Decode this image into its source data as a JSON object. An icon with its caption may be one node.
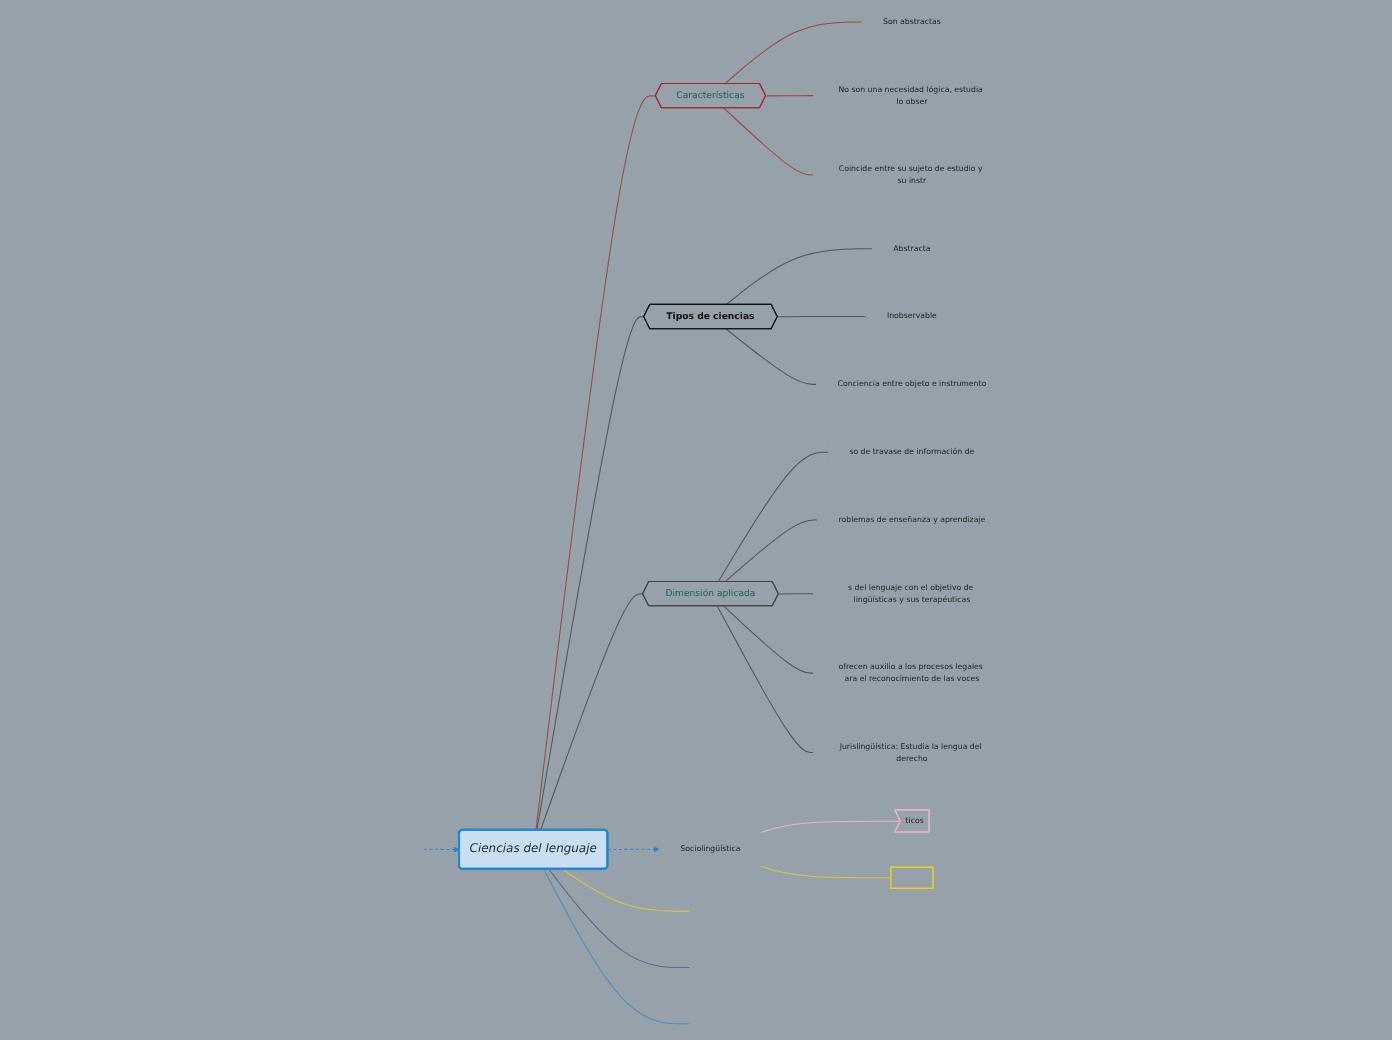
{
  "diagram": {
    "nodes": [
      {
        "text": [
          "Ciencias del lenguaje"
        ]
      },
      {
        "text": [
          "Características"
        ]
      },
      {
        "text": [
          "Son abstractas"
        ]
      },
      {
        "text": [
          "No son una necesidad lógica, estudia lo obser"
        ]
      },
      {
        "text": [
          "Coincide entre su sujeto de estudio y su instr"
        ]
      },
      {
        "text": [
          "Tipos de ciencias"
        ]
      },
      {
        "text": [
          "Abstracta"
        ]
      },
      {
        "text": [
          "Inobservable"
        ]
      },
      {
        "text": [
          "Conciencia entre objeto e instrumento"
        ]
      },
      {
        "text": [
          "Dimensión aplicada"
        ]
      },
      {
        "text": [
          "so de travase de información de"
        ]
      },
      {
        "text": [
          "roblemas de enseñanza y aprendizaje"
        ]
      },
      {
        "text": [
          "s del lenguaje con el objetivo de lingüísticas y sus terapéuticas"
        ]
      },
      {
        "text": [
          "ofrecen auxilio a los procesos legales ara el reconocimiento de las voces"
        ]
      },
      {
        "text": [
          "Jurislingüística: Estudia la lengua del derecho"
        ]
      },
      {
        "text": [
          "Sociolingüística"
        ]
      },
      {
        "text": [
          "ticos"
        ]
      },
      {
        "text": [],
        "shape": "box"
      }
    ],
    "edges": [
      {
        "from": 0,
        "to": 1,
        "arrow": "none",
        "color": "#9a4a44"
      },
      {
        "from": 1,
        "to": 2,
        "arrow": "none",
        "color": "#9a4a44"
      },
      {
        "from": 1,
        "to": 3,
        "arrow": "none",
        "color": "#9a4a44"
      },
      {
        "from": 1,
        "to": 4,
        "arrow": "none",
        "color": "#9a4a44"
      },
      {
        "from": 0,
        "to": 5,
        "arrow": "none"
      },
      {
        "from": 5,
        "to": 6,
        "arrow": "none"
      },
      {
        "from": 5,
        "to": 7,
        "arrow": "none"
      },
      {
        "from": 5,
        "to": 8,
        "arrow": "none"
      },
      {
        "from": 0,
        "to": 9,
        "arrow": "none"
      },
      {
        "from": 9,
        "to": 10,
        "arrow": "none"
      },
      {
        "from": 9,
        "to": 11,
        "arrow": "none"
      },
      {
        "from": 9,
        "to": 12,
        "arrow": "none"
      },
      {
        "from": 9,
        "to": 13,
        "arrow": "none"
      },
      {
        "from": 9,
        "to": 14,
        "arrow": "none"
      },
      {
        "from": 0,
        "to": 15,
        "arrow": "to",
        "style": "dashed",
        "color": "#2f7fd6"
      },
      {
        "from": null,
        "to": 0,
        "arrow": "to",
        "style": "dashed",
        "color": "#2f7fd6"
      },
      {
        "from": 15,
        "to": 16,
        "arrow": "none",
        "color": "#e8b8c8"
      },
      {
        "from": 15,
        "to": 17,
        "arrow": "none",
        "color": "#d9c24a"
      },
      {
        "from": 0,
        "to": null,
        "arrow": "none",
        "color": "#d9c24a"
      },
      {
        "from": 0,
        "to": null,
        "arrow": "none",
        "color": "#6e6190"
      },
      {
        "from": 0,
        "to": null,
        "arrow": "none",
        "color": "#4a90c0"
      }
    ]
  }
}
